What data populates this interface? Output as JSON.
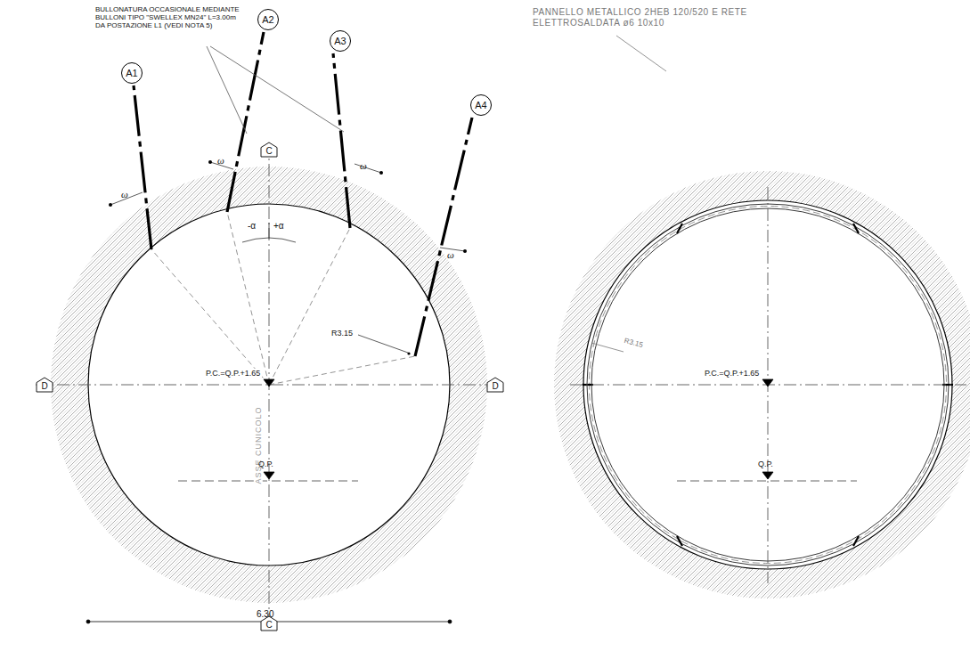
{
  "diagram": {
    "nodes": [
      {
        "text": [
          "A1"
        ]
      },
      {
        "text": [
          "A2"
        ]
      },
      {
        "text": [
          "A3"
        ]
      },
      {
        "text": [
          "A4"
        ]
      },
      {
        "text": [
          "C"
        ]
      },
      {
        "text": [
          "D"
        ]
      },
      {
        "text": [
          "D"
        ]
      },
      {
        "text": [
          "C"
        ]
      }
    ],
    "labels": [
      "BULLONATURA OCCASIONALE MEDIANTE BULLONI TIPO \"SWELLEX MN24\" L=3.00m DA POSTAZIONE L1 (VEDI NOTA 5)",
      "ω",
      "ω",
      "ω",
      "ω",
      "-α",
      "+α",
      "R3.15",
      "P.C.=Q.P.+1.65",
      "ASSE CUNICOLO",
      "Q.P.",
      "6.30",
      "PANNELLO METALLICO 2HEB 120/520 E RETE ELETTROSALDATA ø6 10x10",
      "R3.15",
      "P.C.=Q.P.+1.65",
      "Q.P."
    ]
  }
}
